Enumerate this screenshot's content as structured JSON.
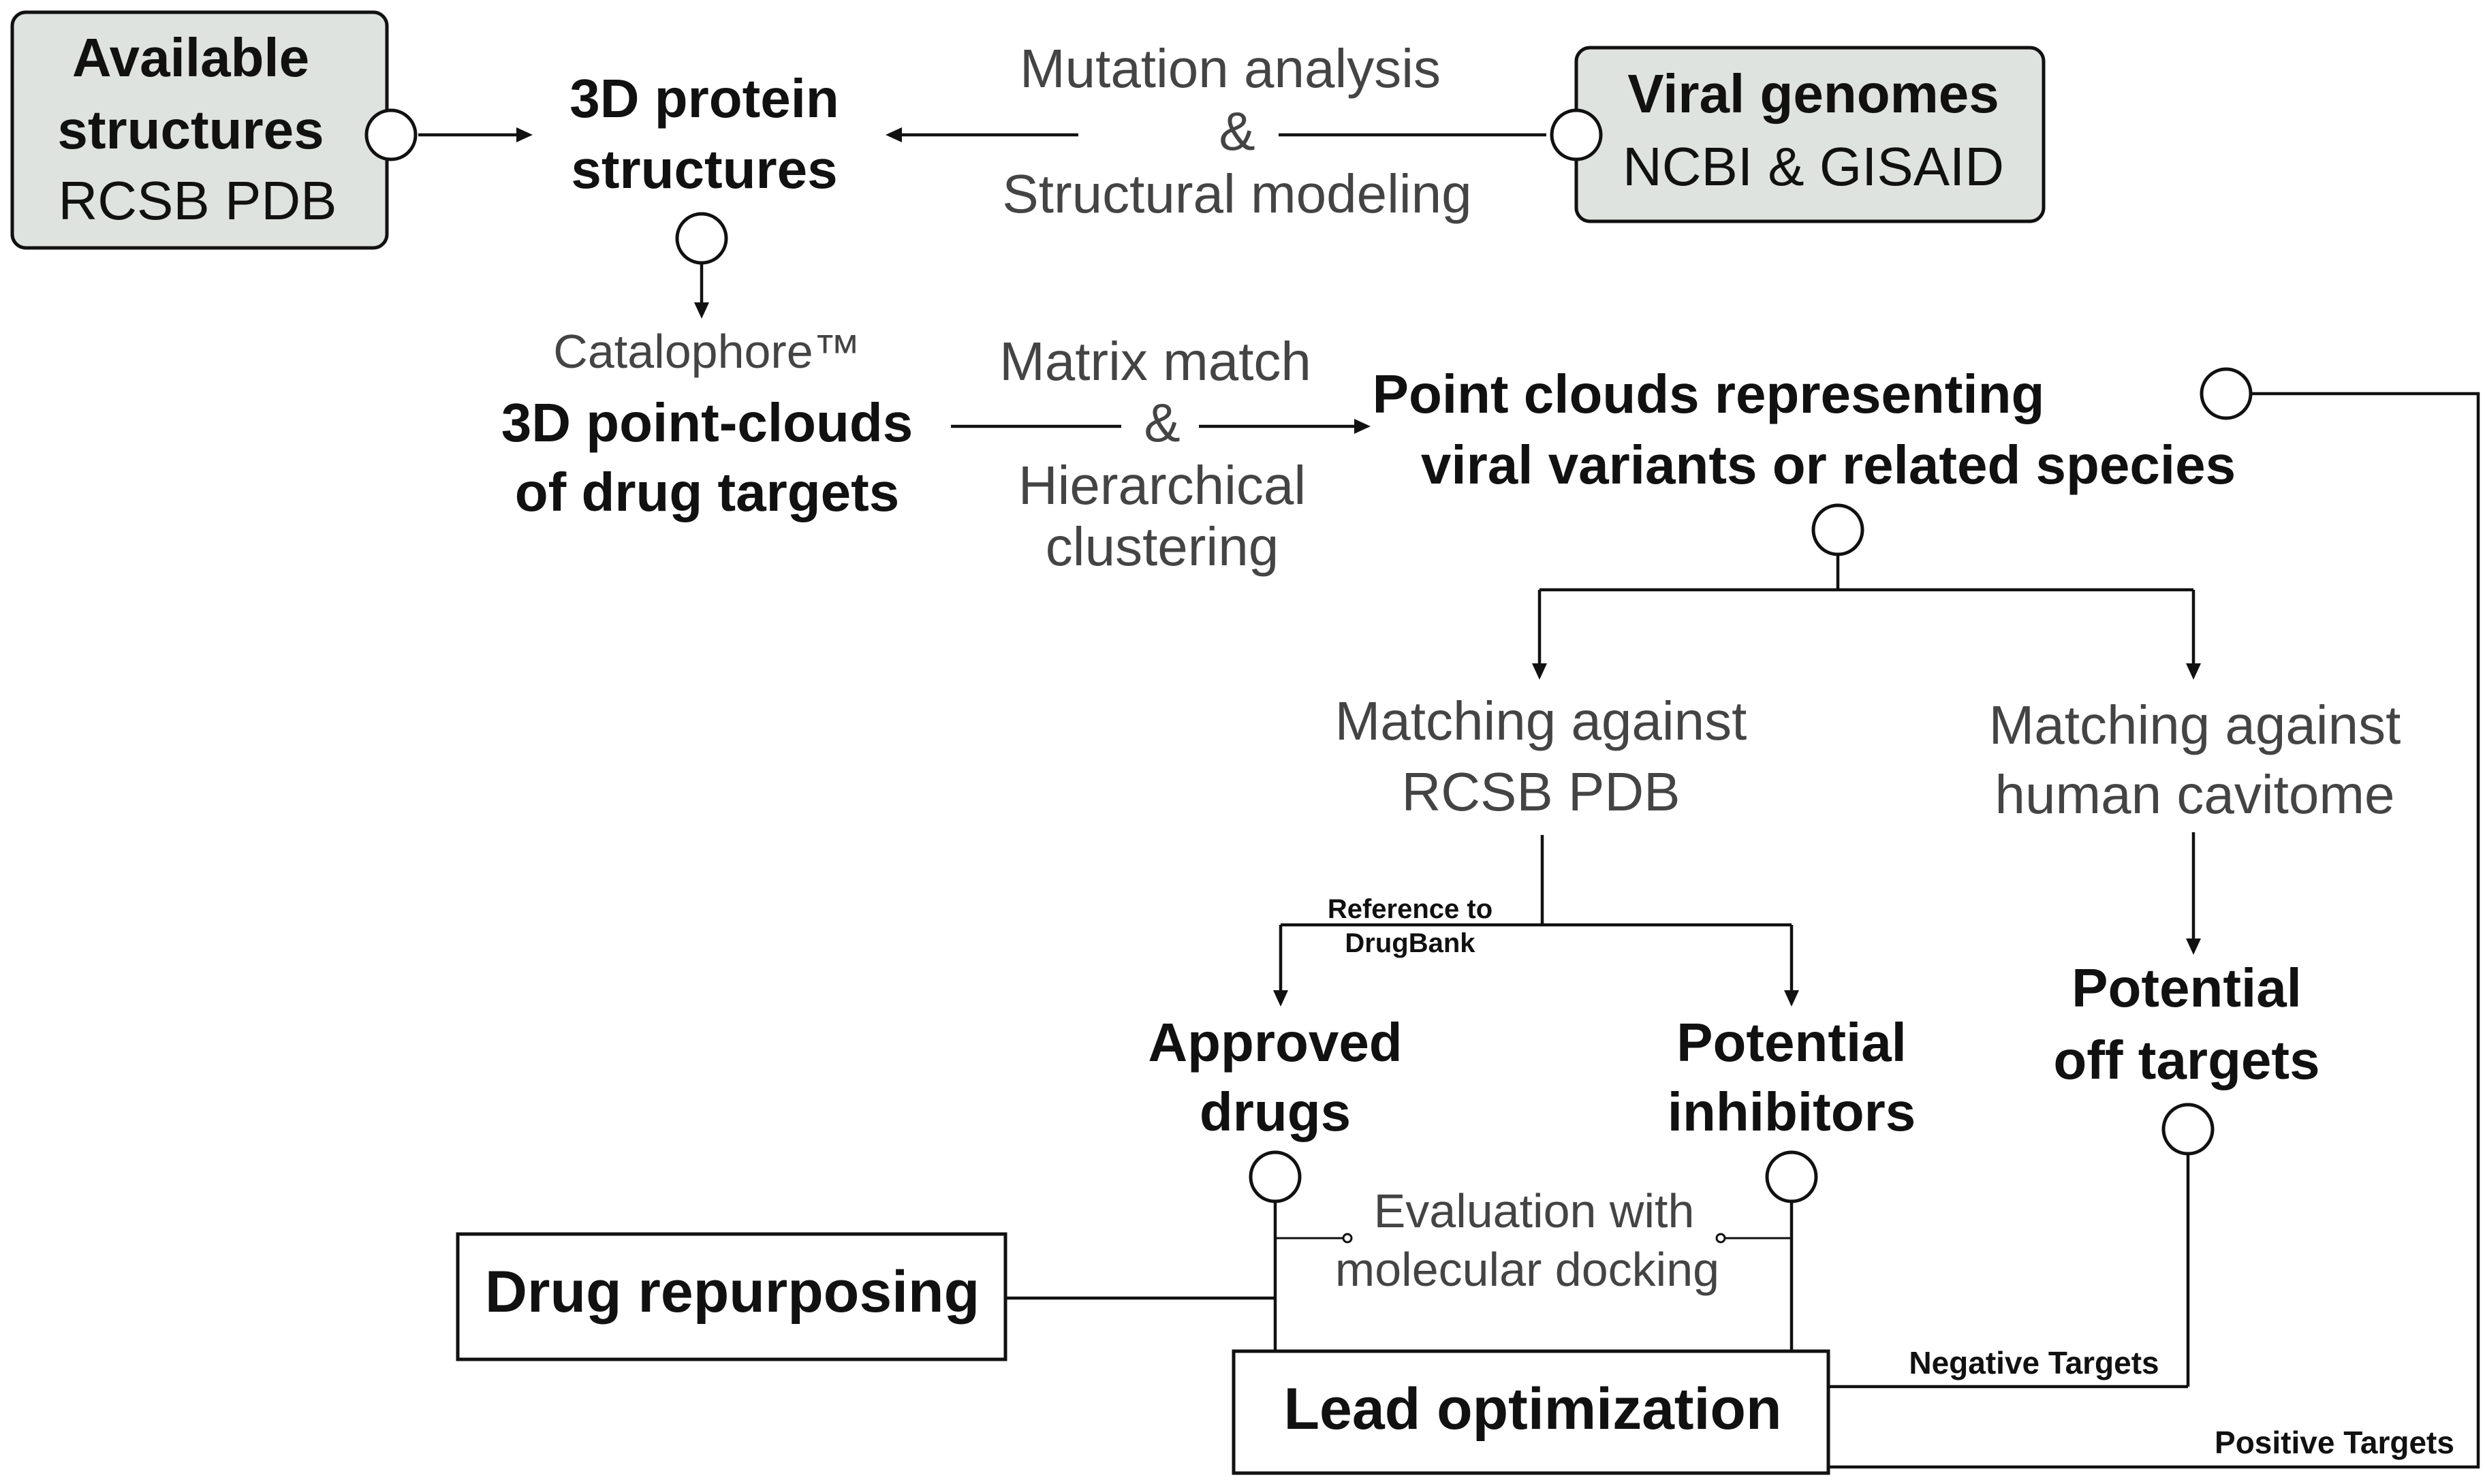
{
  "sources": {
    "available": {
      "title": [
        "Available",
        "structures"
      ],
      "sub": "RCSB PDB"
    },
    "viral": {
      "title": "Viral genomes",
      "sub": "NCBI & GISAID"
    }
  },
  "protein": {
    "lines": [
      "3D protein",
      "structures"
    ]
  },
  "mutation": {
    "lines": [
      "Mutation analysis",
      "&",
      "Structural modeling"
    ]
  },
  "catalophore": {
    "small": "Catalophore™",
    "lines": [
      "3D point-clouds",
      "of drug targets"
    ]
  },
  "matrix": {
    "lines": [
      "Matrix match",
      "&",
      "Hierarchical",
      "clustering"
    ]
  },
  "pointclouds": {
    "lines": [
      "Point clouds representing",
      "viral variants or related species"
    ]
  },
  "match_pdb": {
    "lines": [
      "Matching against",
      "RCSB PDB"
    ]
  },
  "match_cav": {
    "lines": [
      "Matching against",
      "human cavitome"
    ]
  },
  "reference": {
    "lines": [
      "Reference to",
      "DrugBank"
    ]
  },
  "approved": {
    "lines": [
      "Approved",
      "drugs"
    ]
  },
  "inhibitors": {
    "lines": [
      "Potential",
      "inhibitors"
    ]
  },
  "offtargets": {
    "lines": [
      "Potential",
      "off targets"
    ]
  },
  "evaluation": {
    "lines": [
      "Evaluation with",
      "molecular docking"
    ]
  },
  "repurposing": {
    "label": "Drug repurposing"
  },
  "lead": {
    "label": "Lead optimization"
  },
  "negative": {
    "label": "Negative Targets"
  },
  "positive": {
    "label": "Positive Targets"
  },
  "colors": {
    "source_box_fill": "#dfe3df",
    "stroke": "#111111"
  }
}
